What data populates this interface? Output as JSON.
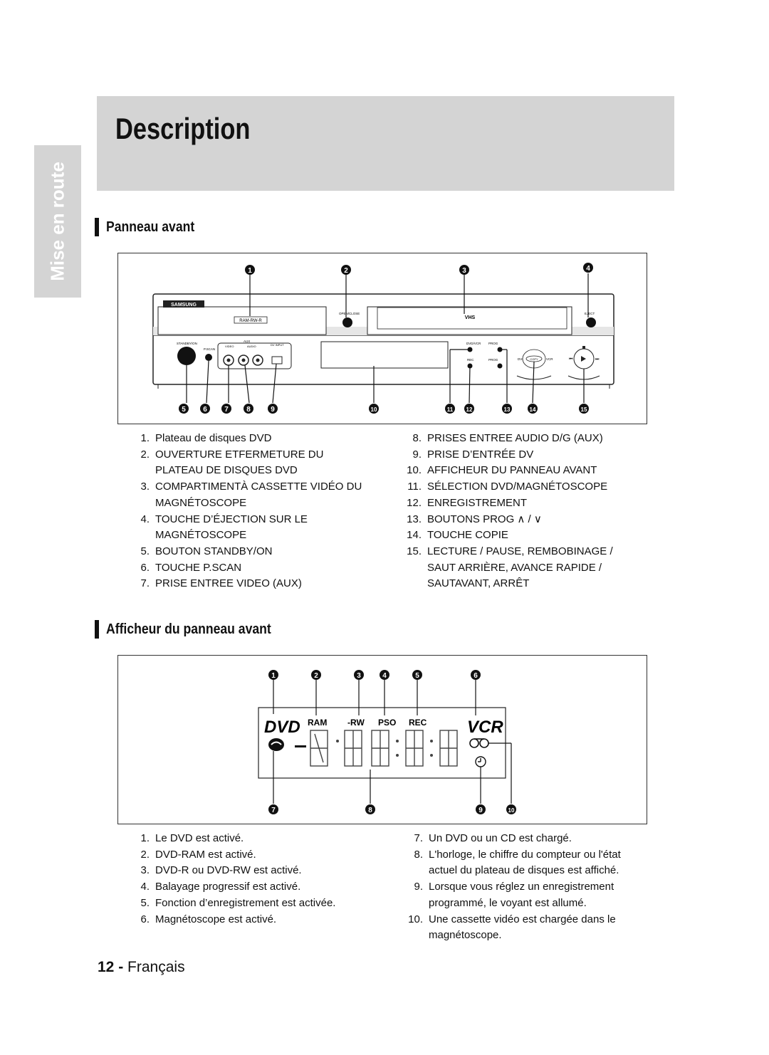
{
  "side_tab": "Mise en route",
  "title": "Description",
  "section1": {
    "heading": "Panneau avant",
    "device_labels": {
      "brand": "SAMSUNG",
      "ram": "RAM-RW-R",
      "open_close": "OPEN/CLOSE",
      "vhs": "VHS",
      "eject": "EJECT",
      "standby": "STANDBY/ON",
      "pscan": "P.SCAN",
      "aux": "AUX",
      "video": "VIDEO",
      "audio": "AUDIO",
      "dv_input": "DV INPUT",
      "dvd_vcr": "DVD/VCR",
      "rec": "REC",
      "prog": "PROG",
      "dvd": "DVD",
      "copy": "COPY",
      "vcr": "VCR"
    },
    "callouts_top": [
      "1",
      "2",
      "3",
      "4"
    ],
    "callouts_bottom": [
      "5",
      "6",
      "7",
      "8",
      "9",
      "10",
      "11",
      "12",
      "13",
      "14",
      "15"
    ],
    "items_left": [
      {
        "n": "1.",
        "t": "Plateau de disques DVD"
      },
      {
        "n": "2.",
        "t": "OUVERTURE ETFERMETURE DU\nPLATEAU DE DISQUES DVD"
      },
      {
        "n": "3.",
        "t": "COMPARTIMENTÀ CASSETTE VIDÉO DU\nMAGNÉTOSCOPE"
      },
      {
        "n": "4.",
        "t": "TOUCHE D’ÉJECTION SUR LE\nMAGNÉTOSCOPE"
      },
      {
        "n": "5.",
        "t": "BOUTON STANDBY/ON"
      },
      {
        "n": "6.",
        "t": "TOUCHE P.SCAN"
      },
      {
        "n": "7.",
        "t": "PRISE ENTREE VIDEO (AUX)"
      }
    ],
    "items_right": [
      {
        "n": "8.",
        "t": "PRISES ENTREE AUDIO D/G (AUX)"
      },
      {
        "n": "9.",
        "t": "PRISE D’ENTRÉE DV"
      },
      {
        "n": "10.",
        "t": "AFFICHEUR DU PANNEAU AVANT"
      },
      {
        "n": "11.",
        "t": "SÉLECTION DVD/MAGNÉTOSCOPE"
      },
      {
        "n": "12.",
        "t": "ENREGISTREMENT"
      },
      {
        "n": "13.",
        "t": "BOUTONS PROG ∧ / ∨"
      },
      {
        "n": "14.",
        "t": "TOUCHE COPIE"
      },
      {
        "n": "15.",
        "t": "LECTURE / PAUSE, REMBOBINAGE /\nSAUT ARRIÈRE, AVANCE RAPIDE /\nSAUTAVANT, ARRÊT"
      }
    ]
  },
  "section2": {
    "heading": "Afficheur du panneau avant",
    "display_labels": {
      "dvd": "DVD",
      "ram": "RAM",
      "rw": "-RW",
      "pso": "PSO",
      "rec": "REC",
      "vcr": "VCR"
    },
    "callouts_top": [
      "1",
      "2",
      "3",
      "4",
      "5",
      "6"
    ],
    "callouts_bottom": [
      "7",
      "8",
      "9",
      "10"
    ],
    "items_left": [
      {
        "n": "1.",
        "t": "Le DVD est activé."
      },
      {
        "n": "2.",
        "t": "DVD-RAM est activé."
      },
      {
        "n": "3.",
        "t": "DVD-R ou DVD-RW est activé."
      },
      {
        "n": "4.",
        "t": "Balayage progressif est activé."
      },
      {
        "n": "5.",
        "t": "Fonction d’enregistrement est activée."
      },
      {
        "n": "6.",
        "t": "Magnétoscope est activé."
      }
    ],
    "items_right": [
      {
        "n": "7.",
        "t": "Un DVD ou un CD est chargé."
      },
      {
        "n": "8.",
        "t": "L'horloge, le chiffre du compteur ou l'état\nactuel du plateau de disques est affiché."
      },
      {
        "n": "9.",
        "t": "Lorsque vous réglez un enregistrement\nprogrammé, le voyant est allumé."
      },
      {
        "n": "10.",
        "t": "Une cassette vidéo est chargée dans le\nmagnétoscope."
      }
    ]
  },
  "footer": {
    "page": "12",
    "sep": "-",
    "lang": "Français"
  }
}
